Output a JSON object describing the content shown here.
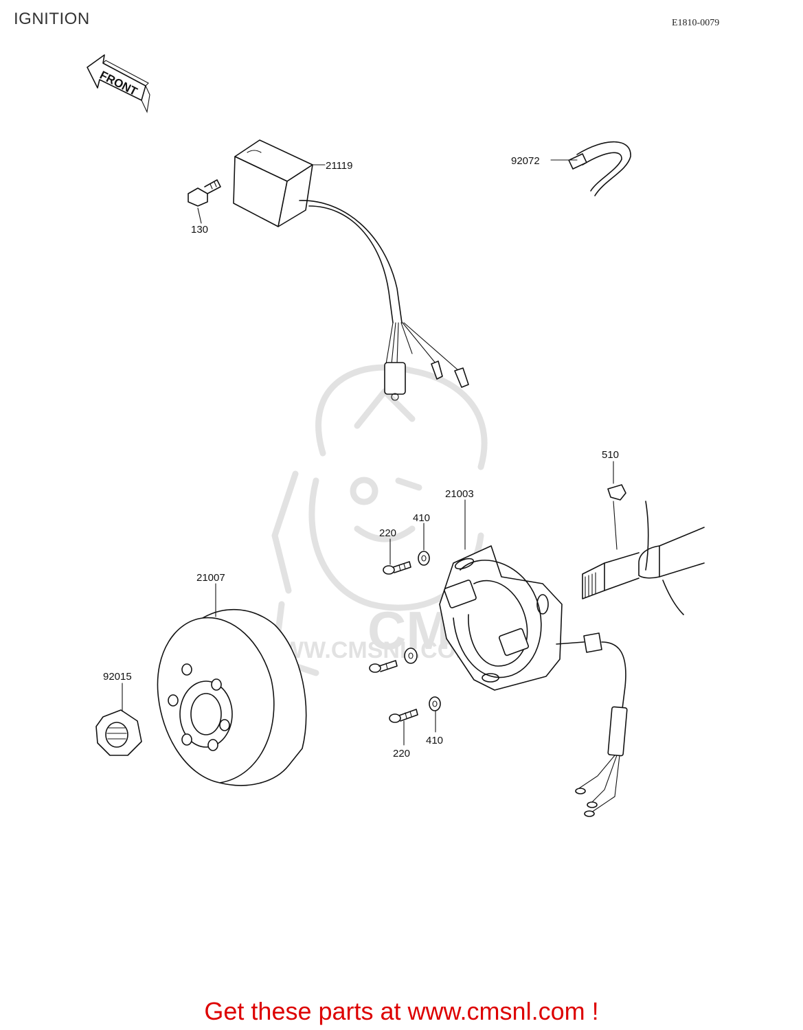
{
  "header": {
    "title": "IGNITION",
    "diagram_code": "E1810-0079"
  },
  "direction_arrow": {
    "label": "FRONT"
  },
  "parts": [
    {
      "number": "21119"
    },
    {
      "number": "130"
    },
    {
      "number": "92072"
    },
    {
      "number": "510"
    },
    {
      "number": "21003"
    },
    {
      "number": "410"
    },
    {
      "number": "220"
    },
    {
      "number": "21007"
    },
    {
      "number": "92015"
    },
    {
      "number": "220"
    },
    {
      "number": "410"
    }
  ],
  "watermark": {
    "brand": "CMS",
    "url": "WWW.CMSNL.COM"
  },
  "footer": {
    "link_text": "Get these parts at www.cmsnl.com !"
  },
  "colors": {
    "footer_text": "#dd0000",
    "line_art": "#111111",
    "watermark": "#e2e2e2"
  }
}
